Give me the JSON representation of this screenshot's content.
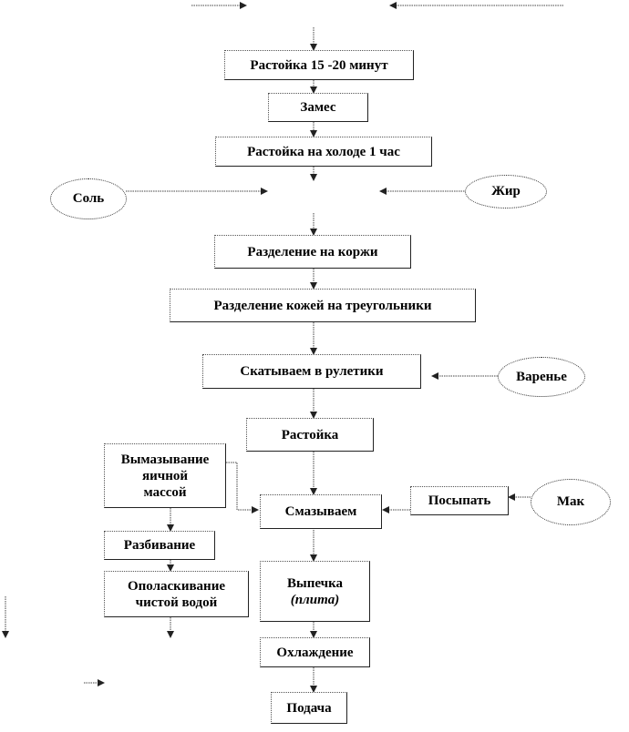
{
  "steps": {
    "proofing_short": "Растойка 15 -20 минут",
    "kneading": "Замес",
    "proofing_cold": "Растойка на холоде 1 час",
    "divide_layers": "Разделение на коржи",
    "divide_triangles": "Разделение кожей на треугольники",
    "rolling": "Скатываем в рулетики",
    "proofing": "Растойка",
    "greasing": "Смазываем",
    "baking": "Выпечка",
    "baking_note": "(плита)",
    "cooling": "Охлаждение",
    "serving": "Подача",
    "sprinkle": "Посыпать",
    "egg_line1": "Вымазывание",
    "egg_line2": "яичной",
    "egg_line3": "массой",
    "breaking": "Разбивание",
    "rinse_line1": "Ополаскивание",
    "rinse_line2": "чистой водой"
  },
  "ingredients": {
    "salt": "Соль",
    "fat": "Жир",
    "jam": "Варенье",
    "poppy": "Мак"
  }
}
